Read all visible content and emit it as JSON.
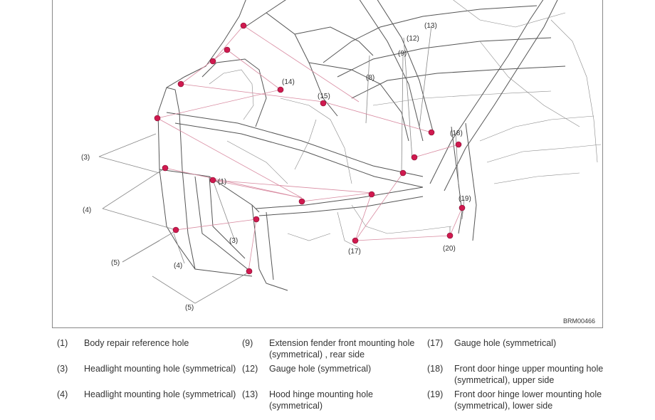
{
  "figure": {
    "reference_code": "BRM00466",
    "labels": [
      "(1)",
      "(3)",
      "(3)",
      "(4)",
      "(4)",
      "(5)",
      "(5)",
      "(8)",
      "(9)",
      "(12)",
      "(13)",
      "(14)",
      "(15)",
      "(17)",
      "(18)",
      "(19)",
      "(20)"
    ]
  },
  "legend": {
    "items": [
      {
        "num": "(1)",
        "text": "Body repair reference hole"
      },
      {
        "num": "(9)",
        "text": "Extension fender front mounting hole (symmetrical) , rear side"
      },
      {
        "num": "(17)",
        "text": "Gauge hole (symmetrical)"
      },
      {
        "num": "(3)",
        "text": "Headlight  mounting hole (symmetrical)"
      },
      {
        "num": "(12)",
        "text": "Gauge hole (symmetrical)"
      },
      {
        "num": "(18)",
        "text": "Front door hinge upper mounting hole (symmetrical), upper side"
      },
      {
        "num": "(4)",
        "text": "Headlight  mounting hole (symmetrical)"
      },
      {
        "num": "(13)",
        "text": "Hood hinge mounting hole (symmetrical)"
      },
      {
        "num": "(19)",
        "text": "Front door hinge lower mounting hole (symmetrical), lower side"
      }
    ]
  }
}
